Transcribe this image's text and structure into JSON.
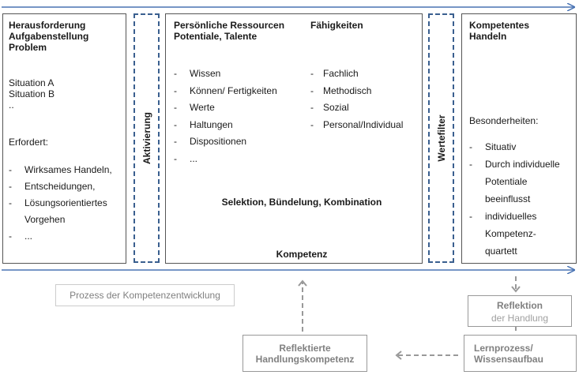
{
  "colors": {
    "arrow_blue": "#4a74b4",
    "dashed_border": "#3a5f8f",
    "box_border": "#555555",
    "grey_text": "#808080",
    "grey_arrow": "#999999"
  },
  "challenge": {
    "title_lines": [
      "Herausforderung",
      "Aufgabenstellung",
      "Problem"
    ],
    "situations": [
      "Situation A",
      "Situation B",
      ".."
    ],
    "required_label": "Erfordert:",
    "bullets": [
      "Wirksames Handeln,",
      "Entscheidungen,",
      "Lösungsorientiertes",
      "Vorgehen",
      "..."
    ]
  },
  "activation": {
    "label": "Aktivierung"
  },
  "resources": {
    "title_lines": [
      "Persönliche Ressourcen",
      "Potentiale, Talente"
    ],
    "abilities_title": "Fähigkeiten",
    "left_items": [
      "Wissen",
      "Können/ Fertigkeiten",
      "Werte",
      "Haltungen",
      "Dispositionen",
      "..."
    ],
    "right_items": [
      "Fachlich",
      "Methodisch",
      "Sozial",
      "Personal/Individual"
    ],
    "selection_label": "Selektion, Bündelung, Kombination",
    "competence_label": "Kompetenz"
  },
  "value_filter": {
    "label": "Wertefilter"
  },
  "competent_action": {
    "title_lines": [
      "Kompetentes",
      "Handeln"
    ],
    "special_label": "Besonderheiten:",
    "bullets": [
      "Situativ",
      "Durch individuelle",
      "Potentiale",
      "beeinflusst",
      "individuelles",
      "Kompetenz-",
      "quartett"
    ]
  },
  "process_label": "Prozess der Kompetenzentwicklung",
  "reflection": {
    "title": "Reflektion",
    "subtitle": "der Handlung"
  },
  "learning": {
    "title_lines": [
      "Lernprozess/",
      "Wissensaufbau"
    ]
  },
  "reflected": {
    "title_lines": [
      "Reflektierte",
      "Handlungskompetenz"
    ]
  }
}
